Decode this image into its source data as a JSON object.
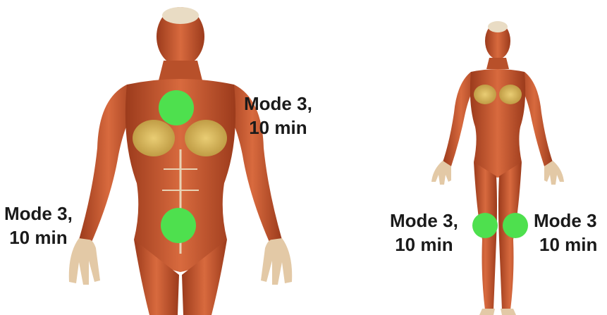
{
  "image": {
    "figures": [
      "large-front-muscle-figure",
      "small-full-body-muscle-figure"
    ],
    "colors": {
      "muscle": "#c85a32",
      "muscle_dark": "#8e3418",
      "tendon": "#e8d2b4",
      "breast_fat": "#d8b85a",
      "marker": "#4ee04e",
      "text": "#1a1a1a",
      "background": "#ffffff"
    }
  },
  "markers": {
    "chest": {
      "line1": "Mode 3,",
      "line2": "10 min"
    },
    "hand": {
      "line1": "Mode 3,",
      "line2": "10 min"
    },
    "knee_left": {
      "line1": "Mode 3,",
      "line2": "10 min"
    },
    "knee_right": {
      "line1": "Mode 3",
      "line2": "10 min"
    }
  }
}
